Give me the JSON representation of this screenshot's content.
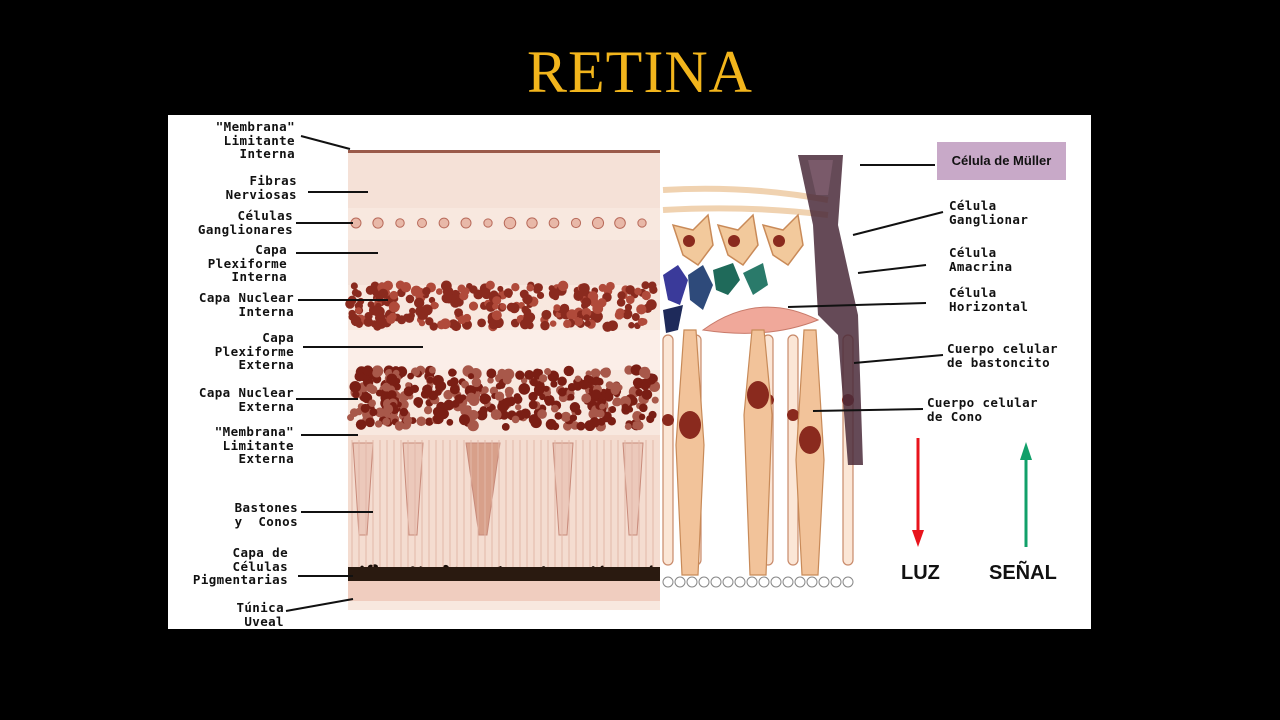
{
  "title": "RETINA",
  "left_labels": [
    {
      "id": "membrana-limitante-interna",
      "text": "\"Membrana\"\nLimitante\nInterna"
    },
    {
      "id": "fibras-nerviosas",
      "text": "Fibras\nNerviosas"
    },
    {
      "id": "celulas-ganglionares",
      "text": "Células\nGanglionares"
    },
    {
      "id": "capa-plexiforme-interna",
      "text": "Capa\nPlexiforme\nInterna"
    },
    {
      "id": "capa-nuclear-interna",
      "text": "Capa Nuclear\nInterna"
    },
    {
      "id": "capa-plexiforme-externa",
      "text": "Capa\nPlexiforme\nExterna"
    },
    {
      "id": "capa-nuclear-externa",
      "text": "Capa Nuclear\nExterna"
    },
    {
      "id": "membrana-limitante-externa",
      "text": "\"Membrana\"\nLimitante\nExterna"
    },
    {
      "id": "bastones-y-conos",
      "text": "Bastones\ny  Conos"
    },
    {
      "id": "capa-celulas-pigmentarias",
      "text": "Capa de\nCélulas\nPigmentarias"
    },
    {
      "id": "tunica-uveal",
      "text": "Túnica\nUveal"
    }
  ],
  "right_labels": [
    {
      "id": "celula-ganglionar",
      "text": "Célula\nGanglionar"
    },
    {
      "id": "celula-amacrina",
      "text": "Célula\nAmacrina"
    },
    {
      "id": "celula-horizontal",
      "text": "Célula\nHorizontal"
    },
    {
      "id": "cuerpo-celular-bastoncito",
      "text": "Cuerpo celular\nde bastoncito"
    },
    {
      "id": "cuerpo-celular-cono",
      "text": "Cuerpo celular\nde Cono"
    }
  ],
  "muller_label": "Célula de Müller",
  "arrows": {
    "light_label": "LUZ",
    "light_color": "#e8141c",
    "signal_label": "SEÑAL",
    "signal_color": "#11a06a"
  },
  "colors": {
    "title": "#f2b51c",
    "muller_box": "#c8a9c8",
    "tissue_bg": "#f6e6dc",
    "nucleus": "#8a2a1e",
    "pigment": "#2a1a10"
  }
}
